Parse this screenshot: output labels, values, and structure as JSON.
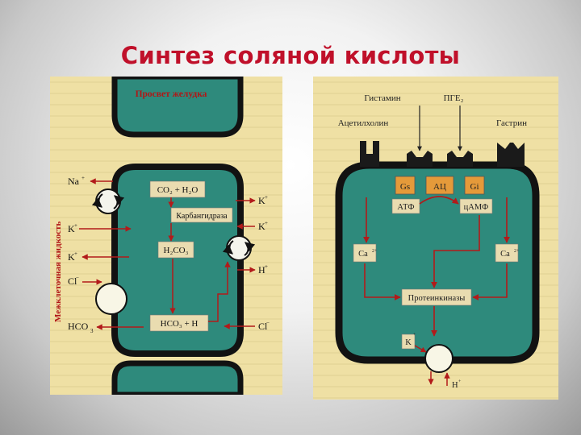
{
  "slide": {
    "title": "Синтез соляной кислоты"
  },
  "left_diagram": {
    "lumen_label": "Просвет желудка",
    "side_label": "Межклеточная жидкость",
    "left_ions": {
      "na": "Na",
      "k1": "K",
      "k2": "K",
      "cl": "Cl",
      "hco3": "HCO"
    },
    "right_ions": {
      "k1": "K",
      "k2": "K",
      "h": "H",
      "cl": "Cl"
    },
    "reaction": {
      "reactants": "CO₂ + H₂O",
      "enzyme": "Карбангидраза",
      "acid": "H₂CO₃",
      "products": "HCO₃ + H"
    }
  },
  "right_diagram": {
    "acetylcholine": "Ацетилхолин",
    "histamine": "Гистамин",
    "pge2": "ПГЕ₂",
    "gastrin": "Гастрин",
    "gs": "Gs",
    "ac": "АЦ",
    "gi": "Gi",
    "atp": "АТФ",
    "camp": "цАМФ",
    "ca_left": "Ca",
    "ca_right": "Ca",
    "protein_kinases": "Протеинкиназы",
    "k": "K",
    "h": "H"
  },
  "colors": {
    "title": "#c0102a",
    "paper": "#efe0a4",
    "cell": "#2e8a7c",
    "border": "#121212",
    "arrow": "#b21a1a",
    "box": "#e9dcb0",
    "orange": "#e59a3a",
    "red_text": "#b11616"
  }
}
